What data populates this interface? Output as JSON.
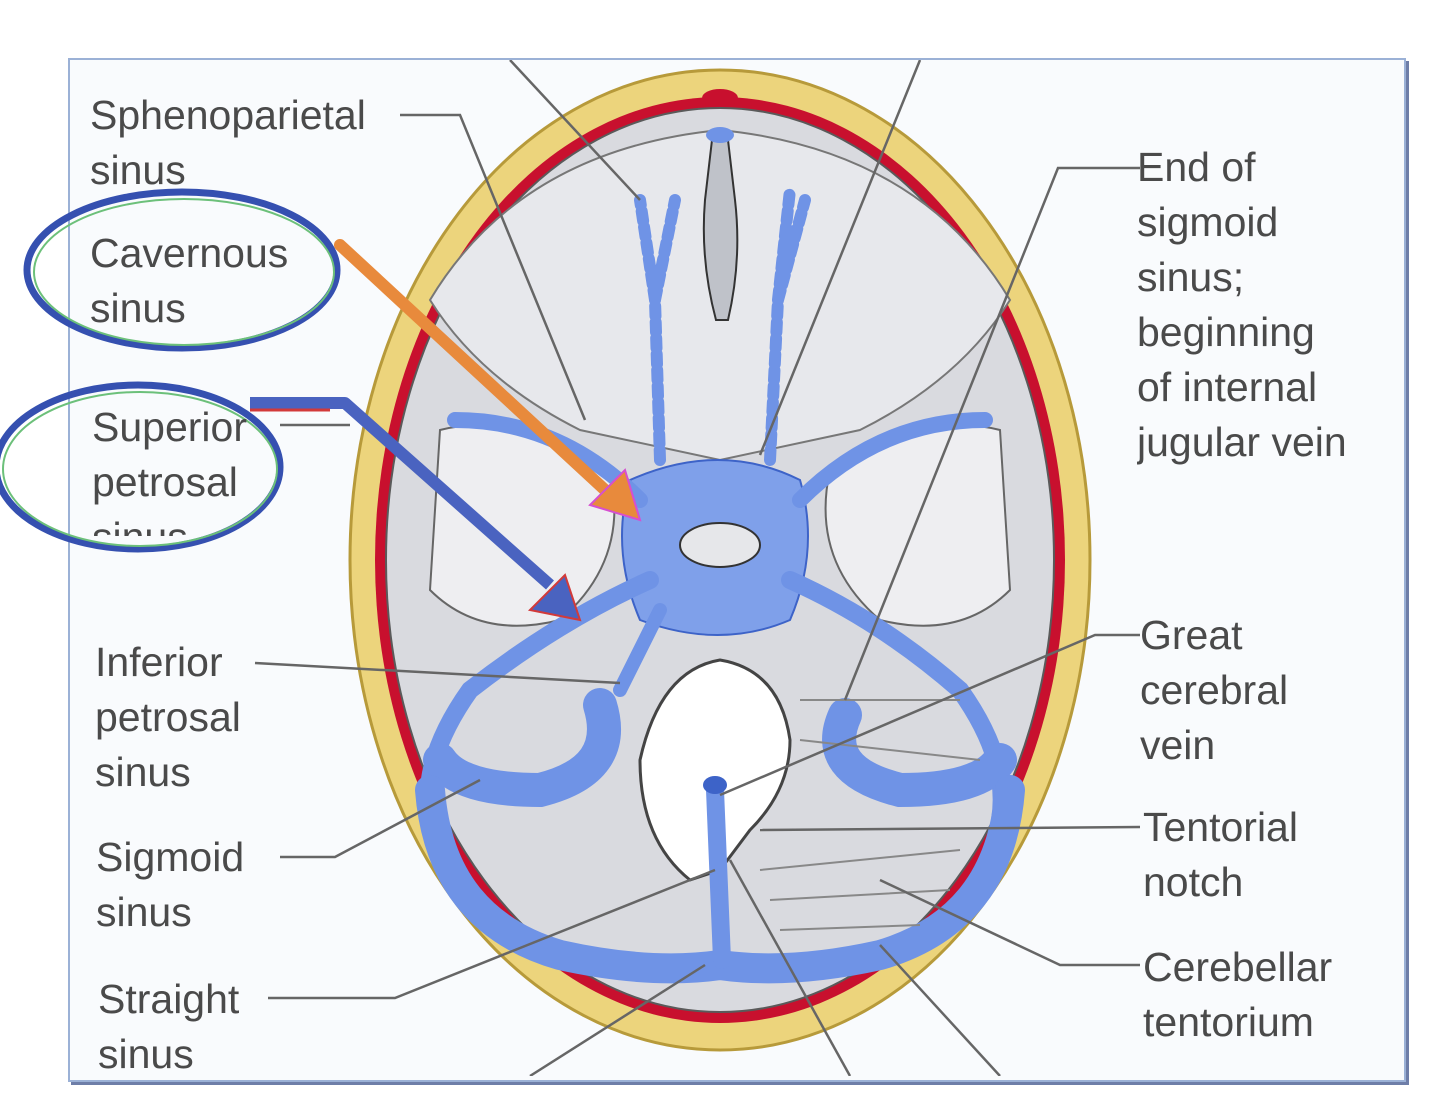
{
  "labels": {
    "sphenoparietal": "Sphenoparietal\nsinus",
    "cavernous": "Cavernous\nsinus",
    "superior_petrosal": "Superior\npetrosal\nsinus",
    "inferior_petrosal": "Inferior\npetrosal\nsinus",
    "sigmoid": "Sigmoid\nsinus",
    "straight": "Straight\nsinus",
    "end_of_sigmoid": "End of sigmoid\nsinus; beginning\nof internal\njugular vein",
    "great_cerebral": "Great\ncerebral\nvein",
    "tentorial_notch": "Tentorial\nnotch",
    "cerebellar_tentorium": "Cerebellar\ntentorium"
  },
  "colors": {
    "sinus_blue": "#6f93e6",
    "sinus_dark": "#3d63c8",
    "dura_red": "#c8102e",
    "bone_yellow": "#ecd47c",
    "brain_gray": "#d9dadf",
    "highlight_circle": "#3550b0",
    "arrow_orange": "#e88a3c",
    "arrow_blue": "#4a63c0"
  }
}
